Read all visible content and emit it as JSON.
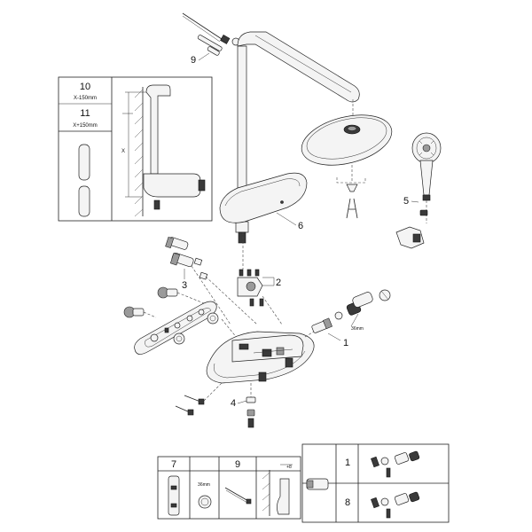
{
  "callouts": {
    "c1": "1",
    "c2": "2",
    "c3": "3",
    "c4": "4",
    "c5": "5",
    "c6": "6",
    "c9": "9"
  },
  "inset": {
    "row1_num": "10",
    "row1_text": "X-150mm",
    "row2_num": "11",
    "row2_text": "X+150mm",
    "dim_x": "X"
  },
  "main_dim": "36mm",
  "bottom_left_table": {
    "col1": "7",
    "col2": "9",
    "dim_36": "36mm",
    "dim_plus8": "+8"
  },
  "bottom_right_table": {
    "row1": "1",
    "row2": "8"
  }
}
